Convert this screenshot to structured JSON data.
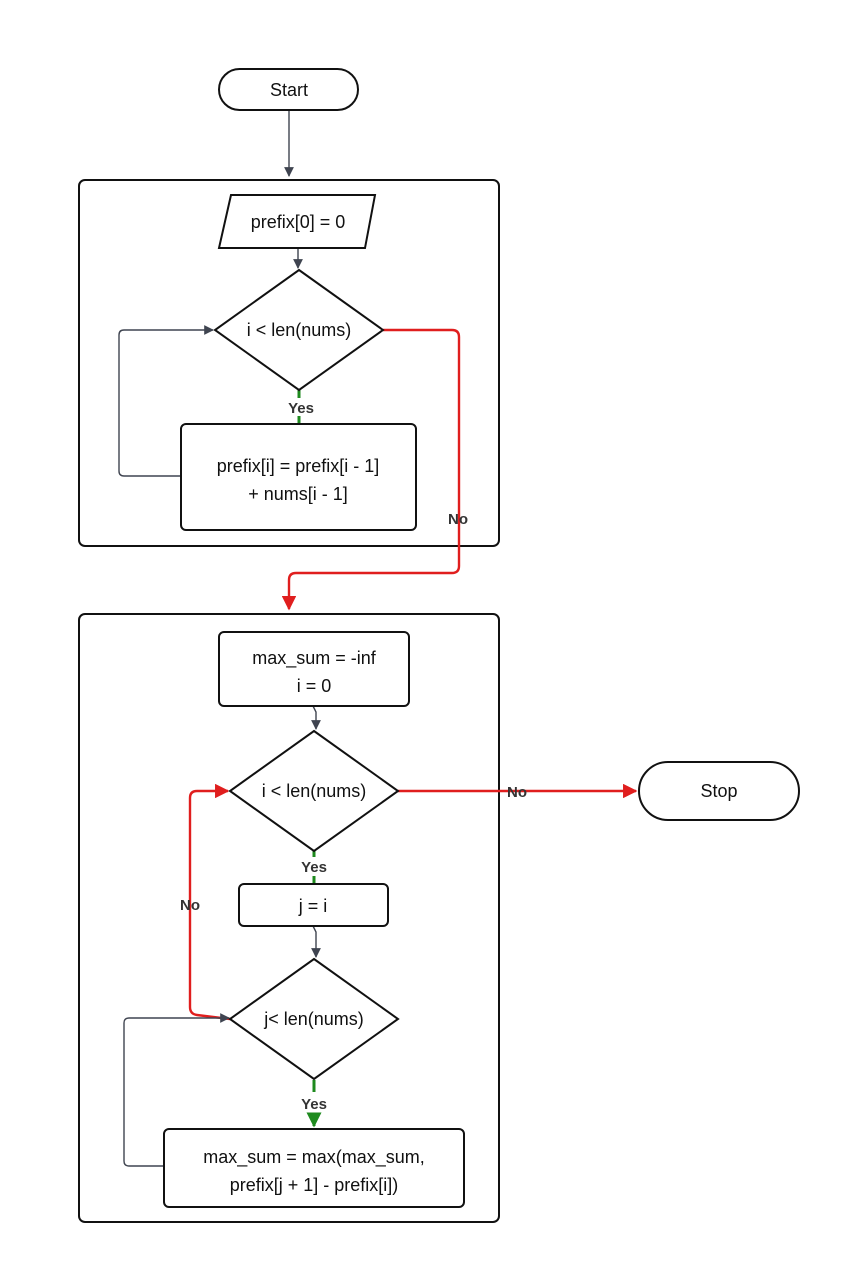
{
  "nodes": {
    "start": "Start",
    "stop": "Stop",
    "prefix_init": "prefix[0] = 0",
    "loop1_cond": "i < len(nums)",
    "prefix_assign_line1": "prefix[i] = prefix[i - 1]",
    "prefix_assign_line2": "+ nums[i - 1]",
    "max_init_line1": "max_sum = -inf",
    "max_init_line2": "i = 0",
    "outer_cond": "i < len(nums)",
    "j_assign": "j = i",
    "inner_cond": "j< len(nums)",
    "max_update_line1": "max_sum = max(max_sum,",
    "max_update_line2": "prefix[j + 1] - prefix[i])"
  },
  "edge_labels": {
    "loop1_yes": "Yes",
    "loop1_no": "No",
    "outer_yes": "Yes",
    "outer_no": "No",
    "inner_yes": "Yes",
    "inner_no": "No"
  },
  "colors": {
    "no_edge": "#e01e1e",
    "yes_edge": "#1e8a1e",
    "default_edge": "#3f4450"
  }
}
